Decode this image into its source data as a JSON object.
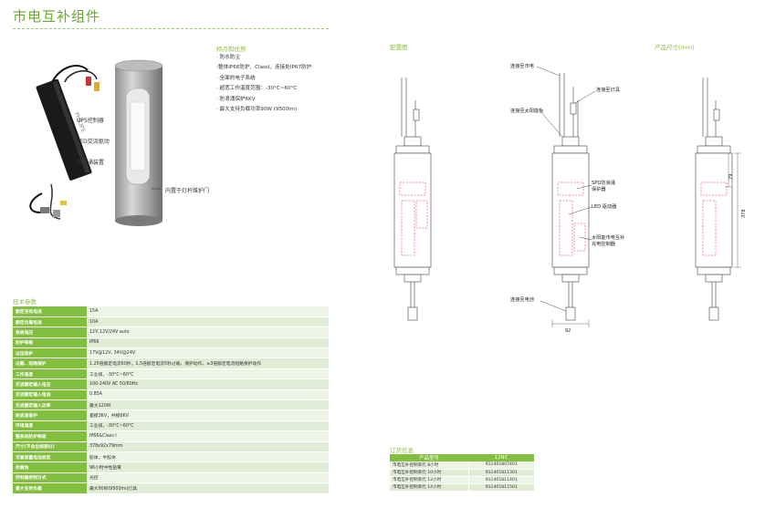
{
  "header": {
    "title": "市电互补组件"
  },
  "product_photo": {
    "brand": "PHILIPS",
    "callouts": {
      "ups": "UPS控制器",
      "led": "LED交流驱动",
      "surge": "防浪涌装置",
      "door": "内置于灯杆维护门"
    }
  },
  "features": {
    "heading": "特点和优势",
    "items": [
      "· 防水防尘",
      "  -整体IP66防护、ClassI，连接处IP67防护",
      "· 全面的电子系统",
      "· 超宽工作温度范围：-30°C~60°C",
      "· 防浪涌保护6KV",
      "· 最大支持负载功率90W (9500lm)"
    ]
  },
  "specs": {
    "heading": "技术参数",
    "rows": [
      {
        "key": "额定充电电流",
        "value": "15A"
      },
      {
        "key": "额定负载电流",
        "value": "10A"
      },
      {
        "key": "系统电压",
        "value": "12V,12V/24V auto"
      },
      {
        "key": "防护等级",
        "value": "IP66"
      },
      {
        "key": "过压保护",
        "value": "17V@12V, 34V@24V"
      },
      {
        "key": "过载、短路保护",
        "value": "1.25倍额定电流60秒，1.5倍额定电流5秒过载，保护动作，≥3倍额定电流短路保护动作"
      },
      {
        "key": "工作温度",
        "value": "工业级，-30°C~60°C"
      },
      {
        "key": "交流额定输入电压",
        "value": "100-240V AC 50/60Hz"
      },
      {
        "key": "交流额定输入电流",
        "value": "0.85A"
      },
      {
        "key": "交流额定输入功率",
        "value": "最大120W"
      },
      {
        "key": "防浪涌保护",
        "value": "差模3KV，共模6KV"
      },
      {
        "key": "环境温度",
        "value": "工业级，-30°C~60°C"
      },
      {
        "key": "整系统防护等级",
        "value": "IP66&Class I"
      },
      {
        "key": "尺寸(不含出线部分)",
        "value": "378x92x79mm"
      },
      {
        "key": "可兼容蓄电池类型",
        "value": "胶体，半胶体"
      },
      {
        "key": "抗腐蚀",
        "value": "96小时中性盐雾"
      },
      {
        "key": "控制器控制方式",
        "value": "光控"
      },
      {
        "key": "最大支持负载",
        "value": "最大90W(9500lm)灯具"
      }
    ]
  },
  "config": {
    "heading": "配置图",
    "labels": {
      "to_mains": "连接至市电",
      "to_lamp": "连接至灯具",
      "to_solar": "连接至太阳能板",
      "spd": "SPD防浪涌\n保护器",
      "led_driver": "LED 驱动器",
      "controller": "太阳能市电互补\n充电控制器",
      "to_battery": "连接至电池"
    }
  },
  "dimensions": {
    "heading": "产品尺寸(mm)",
    "values": {
      "width": "92",
      "top_height": "79",
      "total_height": "378"
    }
  },
  "ordering": {
    "heading": "订货信息",
    "columns": [
      "产品型号",
      "12NC"
    ],
    "rows": [
      {
        "model": "市电互补控制单元 8小时",
        "code": "911401807401"
      },
      {
        "model": "市电互补控制单元 10小时",
        "code": "911401811301"
      },
      {
        "model": "市电互补控制单元 12小时",
        "code": "911401811401"
      },
      {
        "model": "市电互补控制单元 14小时",
        "code": "911401811501"
      }
    ]
  }
}
